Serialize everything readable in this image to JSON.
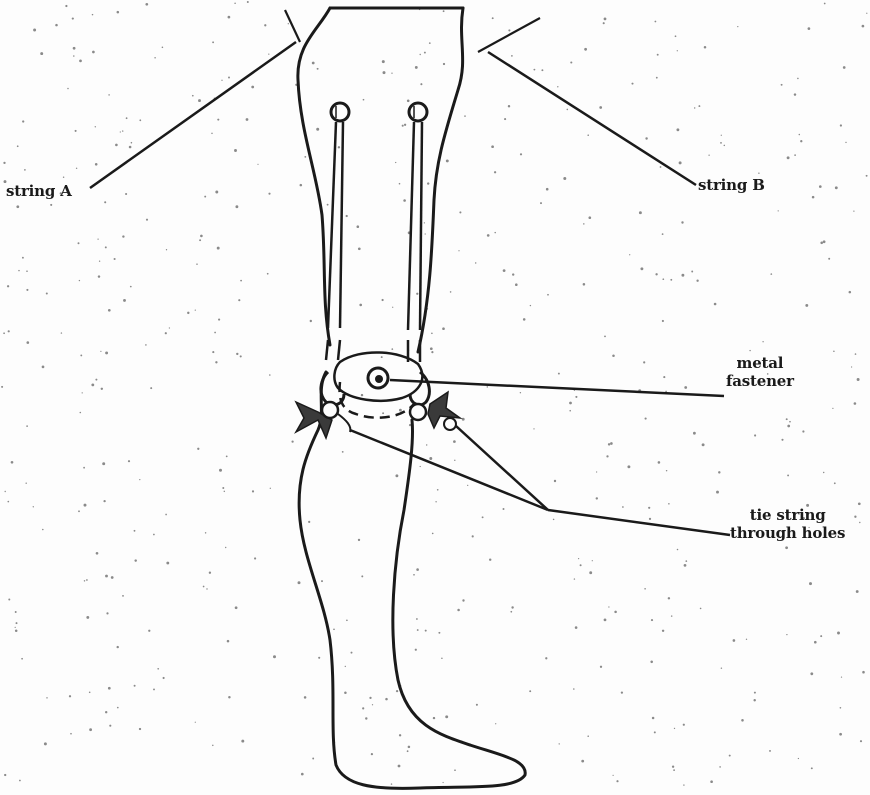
{
  "labels": {
    "string_a": "string A",
    "string_b": "string B",
    "metal_fastener": [
      "metal",
      "fastener"
    ],
    "tie_string": [
      "tie string",
      "through holes"
    ]
  },
  "colors": {
    "ink": "#1a1a1a",
    "paper": "#fdfdfd",
    "speckle": "#8a8a8a"
  }
}
